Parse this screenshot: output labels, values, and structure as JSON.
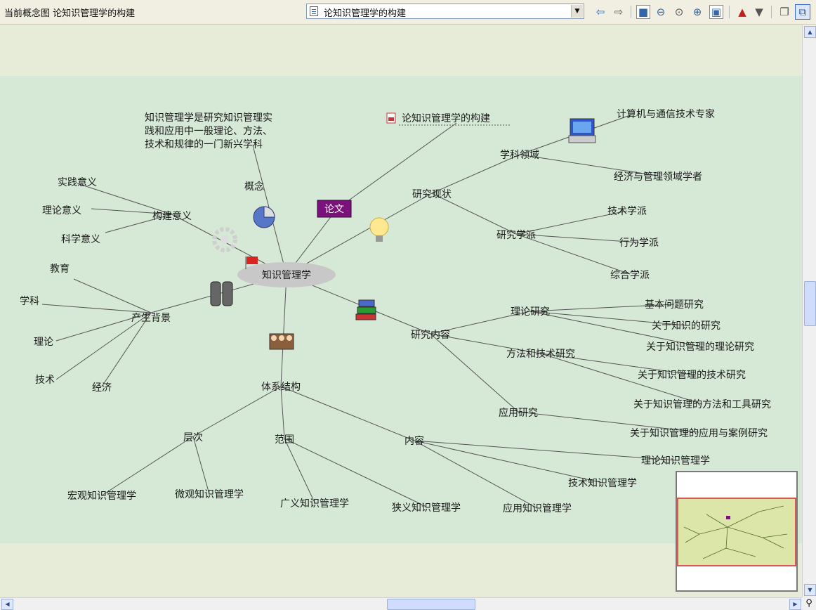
{
  "toolbar": {
    "title": "当前概念图 论知识管理学的构建",
    "selector_value": "论知识管理学的构建",
    "buttons": [
      "back-icon",
      "forward-icon",
      "fit-icon",
      "zoom-out-icon",
      "zoom-reset-icon",
      "zoom-in-icon",
      "zoom-select-icon",
      "move-up-icon",
      "move-down-icon",
      "window-icon",
      "overview-toggle-icon"
    ]
  },
  "concept_map": {
    "center": "知识管理学",
    "doc_link": "论知识管理学的构建",
    "paper_badge": "论文",
    "definition_lines": [
      "知识管理学是研究知识管理实",
      "践和应用中一般理论、方法、",
      "技术和规律的一门新兴学科"
    ],
    "nodes": {
      "concept": "概念",
      "significance": "构建意义",
      "practical": "实践意义",
      "theoretical": "理论意义",
      "scientific": "科学意义",
      "background": "产生背景",
      "education": "教育",
      "discipline": "学科",
      "theory": "理论",
      "technology": "技术",
      "economy": "经济",
      "status": "研究现状",
      "field": "学科领域",
      "computer_experts": "计算机与通信技术专家",
      "economy_scholars": "经济与管理领域学者",
      "schools": "研究学派",
      "tech_school": "技术学派",
      "behavior_school": "行为学派",
      "integrated_school": "综合学派",
      "content": "研究内容",
      "theory_research": "理论研究",
      "basic_problems": "基本问题研究",
      "knowledge_research": "关于知识的研究",
      "km_theory_research": "关于知识管理的理论研究",
      "method_research": "方法和技术研究",
      "km_tech_research": "关于知识管理的技术研究",
      "km_method_tools": "关于知识管理的方法和工具研究",
      "applied_research": "应用研究",
      "km_application_cases": "关于知识管理的应用与案例研究",
      "system_structure": "体系结构",
      "level": "层次",
      "macro_km": "宏观知识管理学",
      "micro_km": "微观知识管理学",
      "scope": "范围",
      "broad_km": "广义知识管理学",
      "narrow_km": "狭义知识管理学",
      "contents": "内容",
      "theoretical_km": "理论知识管理学",
      "technical_km": "技术知识管理学",
      "applied_km": "应用知识管理学"
    }
  }
}
